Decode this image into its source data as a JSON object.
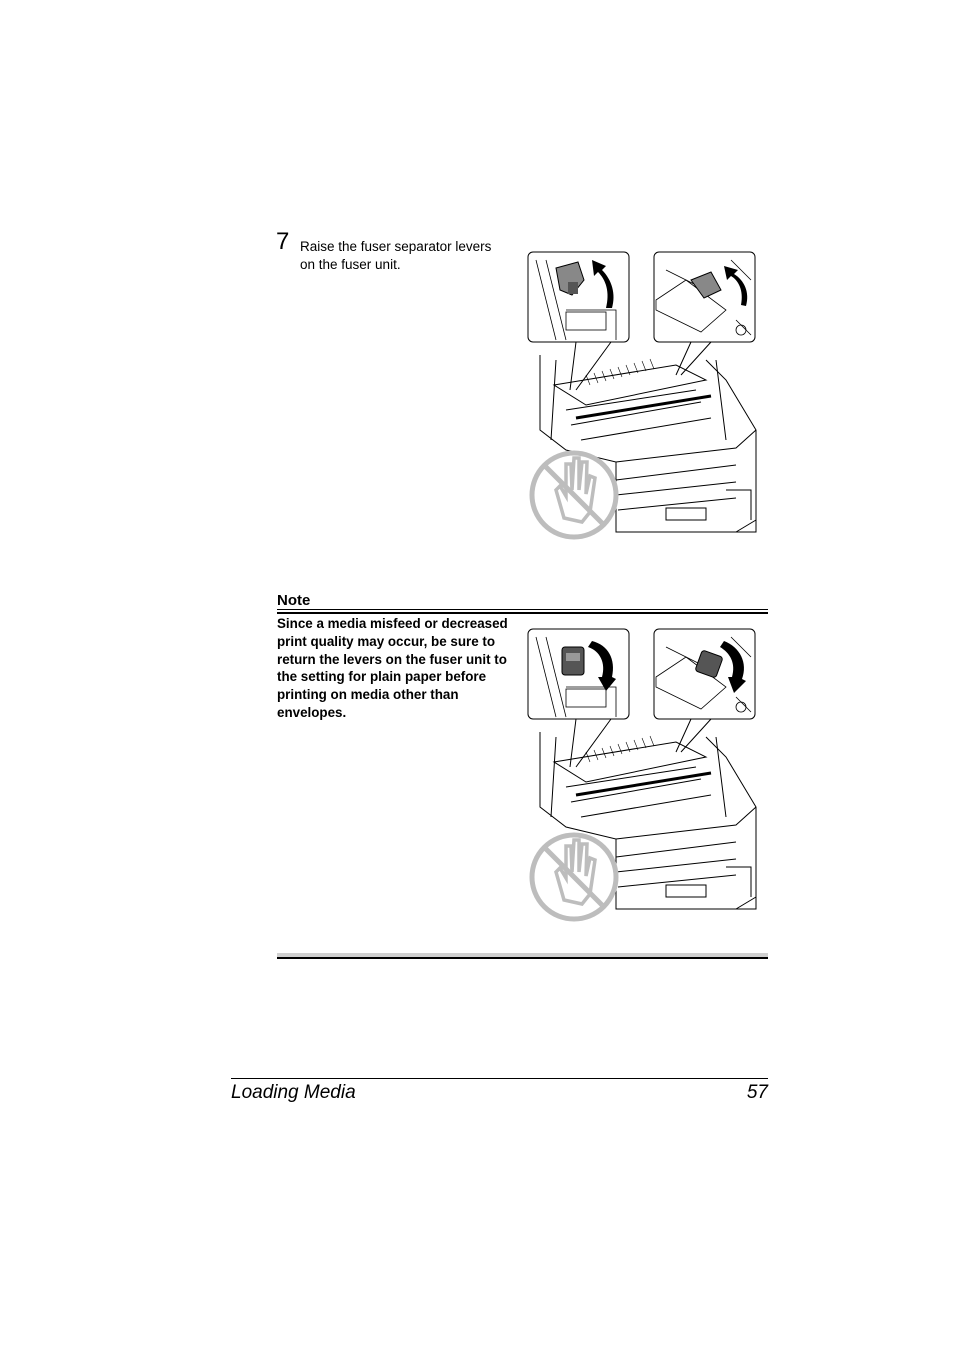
{
  "step": {
    "number": "7",
    "text": "Raise the fuser separator levers on the fuser unit."
  },
  "note": {
    "title": "Note",
    "text": "Since a media misfeed or decreased print quality may occur, be sure to return the levers on the fuser unit to the setting for plain paper before printing on media other than envelopes."
  },
  "footer": {
    "section_title": "Loading Media",
    "page_number": "57"
  },
  "icons": {
    "warning": "no-touch-hand-icon",
    "arrow_raise": "arrow-up-curved-icon",
    "arrow_lower": "arrow-down-curved-icon"
  }
}
